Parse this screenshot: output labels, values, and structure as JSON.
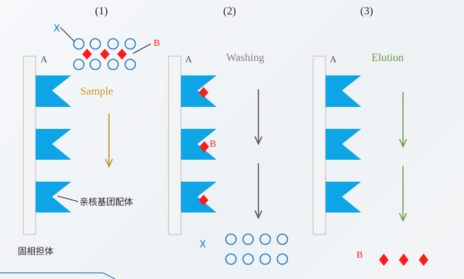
{
  "panels": [
    {
      "number": "(1)",
      "label_a": "A",
      "process": "Sample",
      "label_x": "X",
      "label_b": "B",
      "ligand_label": "亲核基团配体"
    },
    {
      "number": "(2)",
      "label_a": "A",
      "process": "Washing",
      "label_x": "X",
      "label_b": "B"
    },
    {
      "number": "(3)",
      "label_a": "A",
      "process": "Elution",
      "label_b": "B"
    }
  ],
  "support_label": "固相担体",
  "colors": {
    "ligand": "#0ea5e6",
    "analyte": "#ff1a1a",
    "impurity_circle": "#1a78c2",
    "sample_arrow": "#c08a1a",
    "washing_arrow": "#555555",
    "elution_arrow": "#6a9a44",
    "sample_text": "#c9961e",
    "washing_text": "#808080",
    "elution_text": "#6a9a44"
  }
}
